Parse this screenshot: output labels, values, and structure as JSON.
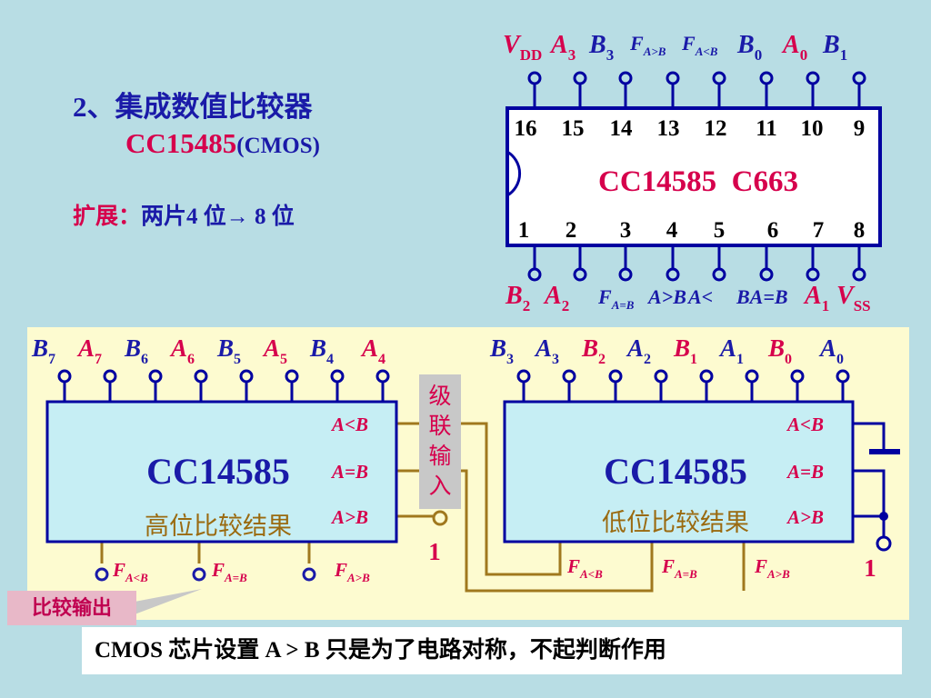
{
  "heading": {
    "title": "2、集成数值比较器",
    "chip_model": "CC15485",
    "chip_tech": "(CMOS)",
    "expand_label": "扩展：",
    "expand_text": "两片4 位→ 8 位"
  },
  "pinout": {
    "chip_label": "CC14585  C663",
    "top_pin_numbers": [
      "16",
      "15",
      "14",
      "13",
      "12",
      "11",
      "10",
      "9"
    ],
    "bottom_pin_numbers": [
      "1",
      "2",
      "3",
      "4",
      "5",
      "6",
      "7",
      "8"
    ]
  },
  "cascade": {
    "high_chip_name": "CC14585",
    "low_chip_name": "CC14585",
    "high_caption": "高位比较结果",
    "low_caption": "低位比较结果",
    "cascade_input_label": "级联输入",
    "pin_lt": "A<B",
    "pin_eq": "A=B",
    "pin_gt": "A>B",
    "one_high": "1",
    "one_low": "1"
  },
  "output_label": "比较输出",
  "note_text": "CMOS 芯片设置 A > B 只是为了电路对称，不起判断作用",
  "colors": {
    "background": "#b8dde4",
    "panel": "#fdfbd0",
    "chip_fill": "#c6eef4",
    "chip_border": "#0000a0",
    "wire": "#a0781e",
    "blue_text": "#1a1aa8",
    "pink_text": "#d6004c",
    "caption_text": "#9a6a10"
  }
}
